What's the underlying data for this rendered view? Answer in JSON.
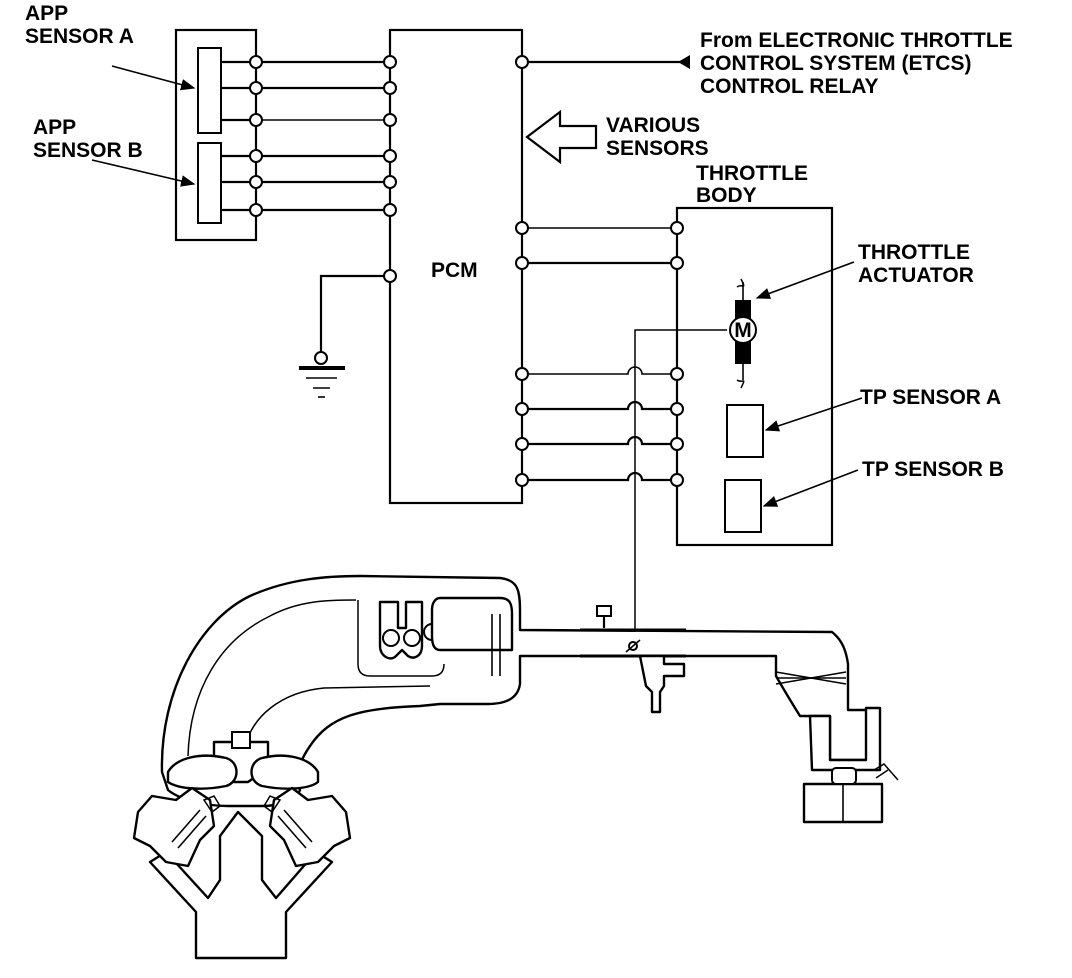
{
  "labels": {
    "app_sensor_a": [
      "APP",
      "SENSOR A"
    ],
    "app_sensor_b": [
      "APP",
      "SENSOR B"
    ],
    "etcs_relay": [
      "From ELECTRONIC THROTTLE",
      "CONTROL SYSTEM (ETCS)",
      "CONTROL RELAY"
    ],
    "various_sensors": [
      "VARIOUS",
      "SENSORS"
    ],
    "throttle_body": [
      "THROTTLE",
      "BODY"
    ],
    "pcm": "PCM",
    "throttle_actuator": [
      "THROTTLE",
      "ACTUATOR"
    ],
    "tp_sensor_a": "TP SENSOR A",
    "tp_sensor_b": "TP SENSOR B",
    "motor_symbol": "M"
  }
}
